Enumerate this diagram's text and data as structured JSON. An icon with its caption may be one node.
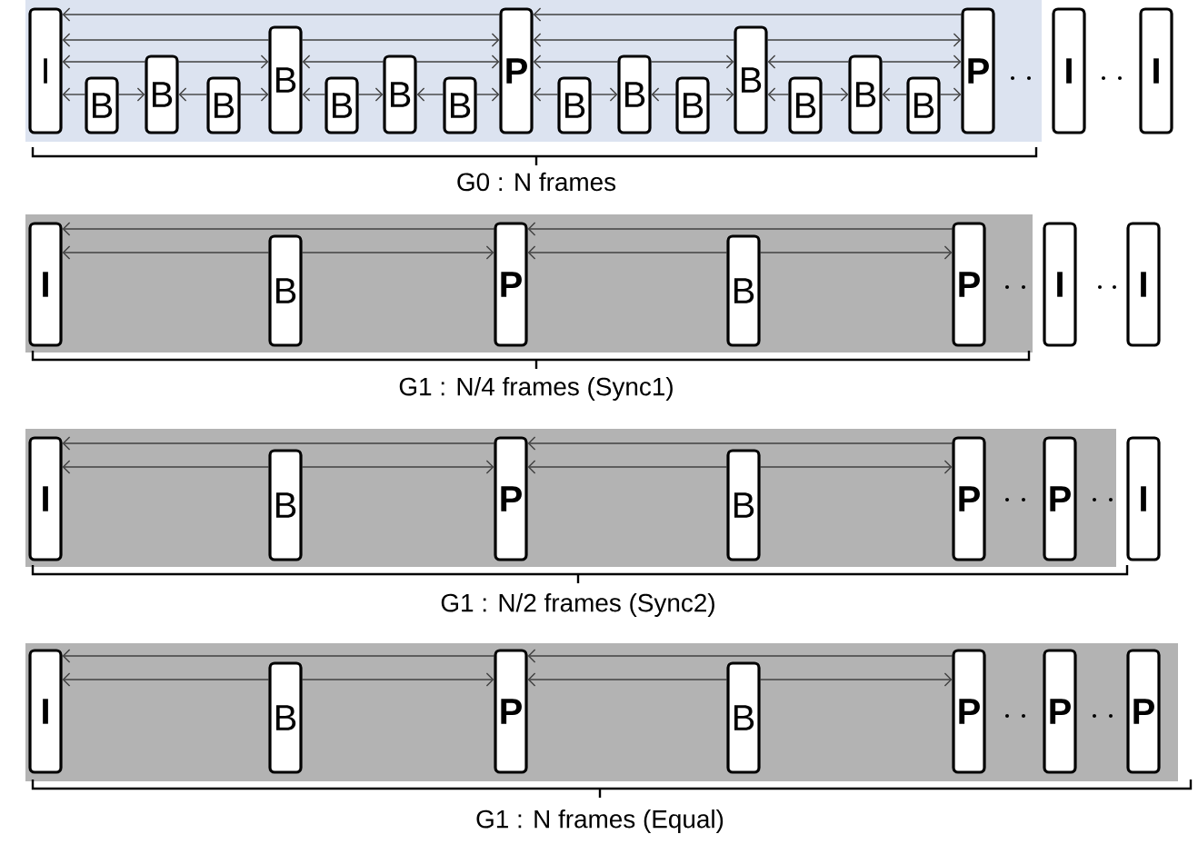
{
  "diagram": {
    "nodes": [
      {
        "text": [
          "I"
        ]
      },
      {
        "text": [
          "B"
        ]
      },
      {
        "text": [
          "B"
        ]
      },
      {
        "text": [
          "B"
        ]
      },
      {
        "text": [
          "B"
        ]
      },
      {
        "text": [
          "B"
        ]
      },
      {
        "text": [
          "B"
        ]
      },
      {
        "text": [
          "B"
        ]
      },
      {
        "text": [
          "P"
        ]
      },
      {
        "text": [
          "B"
        ]
      },
      {
        "text": [
          "B"
        ]
      },
      {
        "text": [
          "B"
        ]
      },
      {
        "text": [
          "B"
        ]
      },
      {
        "text": [
          "B"
        ]
      },
      {
        "text": [
          "B"
        ]
      },
      {
        "text": [
          "B"
        ]
      },
      {
        "text": [
          "P"
        ]
      },
      {
        "text": [
          "I"
        ]
      },
      {
        "text": [
          "I"
        ]
      },
      {
        "text": [
          "I"
        ]
      },
      {
        "text": [
          "B"
        ]
      },
      {
        "text": [
          "P"
        ]
      },
      {
        "text": [
          "B"
        ]
      },
      {
        "text": [
          "P"
        ]
      },
      {
        "text": [
          "I"
        ]
      },
      {
        "text": [
          "I"
        ]
      },
      {
        "text": [
          "I"
        ]
      },
      {
        "text": [
          "B"
        ]
      },
      {
        "text": [
          "P"
        ]
      },
      {
        "text": [
          "B"
        ]
      },
      {
        "text": [
          "P"
        ]
      },
      {
        "text": [
          "P"
        ]
      },
      {
        "text": [
          "I"
        ]
      },
      {
        "text": [
          "I"
        ]
      },
      {
        "text": [
          "B"
        ]
      },
      {
        "text": [
          "P"
        ]
      },
      {
        "text": [
          "B"
        ]
      },
      {
        "text": [
          "P"
        ]
      },
      {
        "text": [
          "P"
        ]
      },
      {
        "text": [
          "P"
        ]
      }
    ],
    "edges": [
      {
        "from": 8,
        "to": 0,
        "arrow": "to"
      },
      {
        "from": 4,
        "to": 0,
        "arrow": "to"
      },
      {
        "from": 4,
        "to": 8,
        "arrow": "to"
      },
      {
        "from": 2,
        "to": 0,
        "arrow": "to"
      },
      {
        "from": 2,
        "to": 4,
        "arrow": "to"
      },
      {
        "from": 6,
        "to": 4,
        "arrow": "to"
      },
      {
        "from": 6,
        "to": 8,
        "arrow": "to"
      },
      {
        "from": 1,
        "to": 0,
        "arrow": "to"
      },
      {
        "from": 1,
        "to": 2,
        "arrow": "to"
      },
      {
        "from": 3,
        "to": 2,
        "arrow": "to"
      },
      {
        "from": 3,
        "to": 4,
        "arrow": "to"
      },
      {
        "from": 5,
        "to": 4,
        "arrow": "to"
      },
      {
        "from": 5,
        "to": 6,
        "arrow": "to"
      },
      {
        "from": 7,
        "to": 6,
        "arrow": "to"
      },
      {
        "from": 7,
        "to": 8,
        "arrow": "to"
      },
      {
        "from": 16,
        "to": 8,
        "arrow": "to"
      },
      {
        "from": 12,
        "to": 8,
        "arrow": "to"
      },
      {
        "from": 12,
        "to": 16,
        "arrow": "to"
      },
      {
        "from": 10,
        "to": 8,
        "arrow": "to"
      },
      {
        "from": 10,
        "to": 12,
        "arrow": "to"
      },
      {
        "from": 14,
        "to": 12,
        "arrow": "to"
      },
      {
        "from": 14,
        "to": 16,
        "arrow": "to"
      },
      {
        "from": 9,
        "to": 8,
        "arrow": "to"
      },
      {
        "from": 9,
        "to": 10,
        "arrow": "to"
      },
      {
        "from": 11,
        "to": 10,
        "arrow": "to"
      },
      {
        "from": 11,
        "to": 12,
        "arrow": "to"
      },
      {
        "from": 13,
        "to": 12,
        "arrow": "to"
      },
      {
        "from": 13,
        "to": 14,
        "arrow": "to"
      },
      {
        "from": 15,
        "to": 14,
        "arrow": "to"
      },
      {
        "from": 15,
        "to": 16,
        "arrow": "to"
      },
      {
        "from": 21,
        "to": 19,
        "arrow": "to"
      },
      {
        "from": 20,
        "to": 19,
        "arrow": "to"
      },
      {
        "from": 20,
        "to": 21,
        "arrow": "to"
      },
      {
        "from": 23,
        "to": 21,
        "arrow": "to"
      },
      {
        "from": 22,
        "to": 21,
        "arrow": "to"
      },
      {
        "from": 22,
        "to": 23,
        "arrow": "to"
      },
      {
        "from": 28,
        "to": 26,
        "arrow": "to"
      },
      {
        "from": 27,
        "to": 26,
        "arrow": "to"
      },
      {
        "from": 27,
        "to": 28,
        "arrow": "to"
      },
      {
        "from": 30,
        "to": 28,
        "arrow": "to"
      },
      {
        "from": 29,
        "to": 28,
        "arrow": "to"
      },
      {
        "from": 29,
        "to": 30,
        "arrow": "to"
      },
      {
        "from": 35,
        "to": 33,
        "arrow": "to"
      },
      {
        "from": 34,
        "to": 33,
        "arrow": "to"
      },
      {
        "from": 34,
        "to": 35,
        "arrow": "to"
      },
      {
        "from": 37,
        "to": 35,
        "arrow": "to"
      },
      {
        "from": 36,
        "to": 35,
        "arrow": "to"
      },
      {
        "from": 36,
        "to": 37,
        "arrow": "to"
      }
    ],
    "labels": [
      "G0 : N frames",
      "G1 : N/4 frames (Sync1)",
      "G1 : N/2 frames (Sync2)",
      "G1 : N frames (Equal)"
    ]
  }
}
